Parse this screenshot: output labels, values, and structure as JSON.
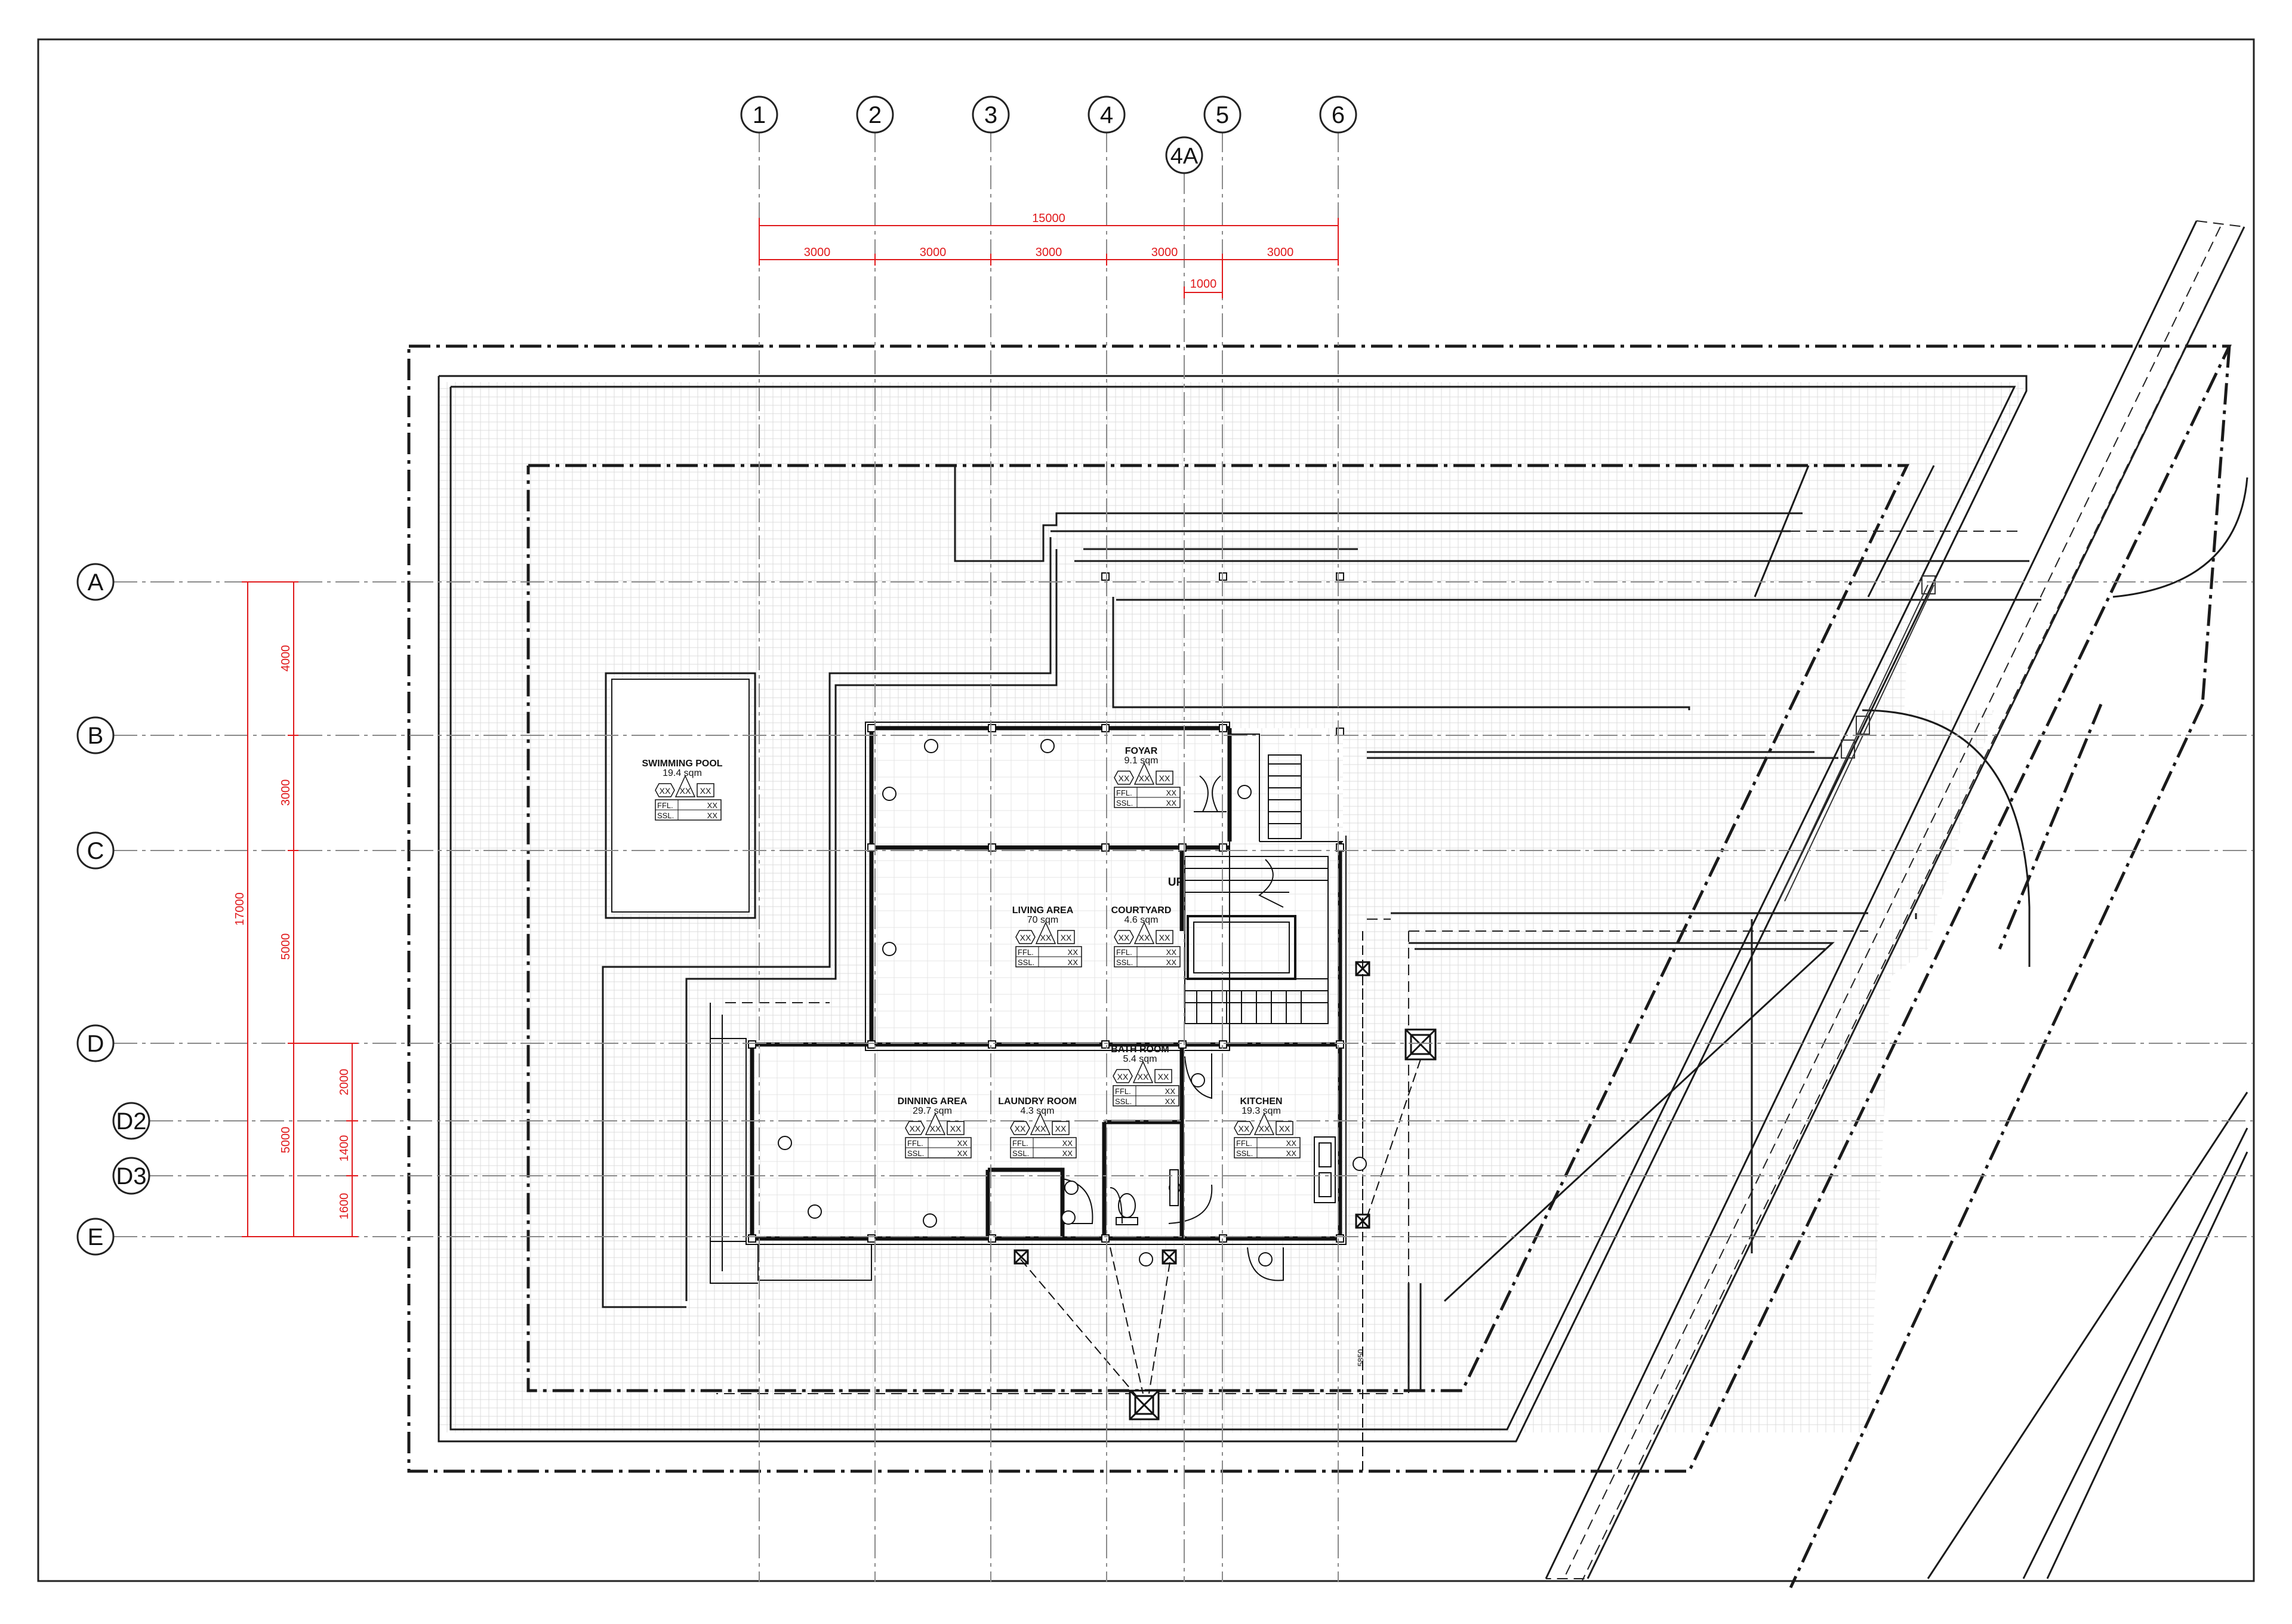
{
  "colors": {
    "line": "#1a1a1a",
    "grid": "#9a9a9a",
    "dimension": "#e0191b",
    "hatch": "#d8d8d8"
  },
  "grid_columns": [
    {
      "id": "col-1",
      "label": "1"
    },
    {
      "id": "col-2",
      "label": "2"
    },
    {
      "id": "col-3",
      "label": "3"
    },
    {
      "id": "col-4",
      "label": "4"
    },
    {
      "id": "col-5",
      "label": "5"
    },
    {
      "id": "col-6",
      "label": "6"
    },
    {
      "id": "col-4a",
      "label": "4A"
    }
  ],
  "grid_rows": [
    {
      "id": "row-a",
      "label": "A"
    },
    {
      "id": "row-b",
      "label": "B"
    },
    {
      "id": "row-c",
      "label": "C"
    },
    {
      "id": "row-d",
      "label": "D"
    },
    {
      "id": "row-d2",
      "label": "D2"
    },
    {
      "id": "row-d3",
      "label": "D3"
    },
    {
      "id": "row-e",
      "label": "E"
    }
  ],
  "dimensions_horizontal": {
    "total": "15000",
    "bays": [
      "3000",
      "3000",
      "3000",
      "3000",
      "3000"
    ],
    "sub": "1000"
  },
  "dimensions_vertical": {
    "total": "17000",
    "bays": [
      "4000",
      "3000",
      "5000",
      "5000"
    ],
    "sub": [
      "2000",
      "1400",
      "1600"
    ]
  },
  "side_dimension": "5850",
  "stair_label": "UP",
  "tag_values": {
    "tag": "XX",
    "ffl": "FFL.",
    "ssl": "SSL."
  },
  "rooms": [
    {
      "id": "swimming-pool",
      "name": "SWIMMING POOL",
      "area": "19.4  sqm"
    },
    {
      "id": "foyar",
      "name": "FOYAR",
      "area": "9.1 sqm"
    },
    {
      "id": "living-area",
      "name": "LIVING AREA",
      "area": "70 sqm"
    },
    {
      "id": "courtyard",
      "name": "COURTYARD",
      "area": "4.6 sqm"
    },
    {
      "id": "bath-room",
      "name": "BATH ROOM",
      "area": "5.4 sqm"
    },
    {
      "id": "dinning-area",
      "name": "DINNING AREA",
      "area": "29.7 sqm"
    },
    {
      "id": "laundry-room",
      "name": "LAUNDRY ROOM",
      "area": "4.3 sqm"
    },
    {
      "id": "kitchen",
      "name": "KITCHEN",
      "area": "19.3 sqm"
    }
  ]
}
